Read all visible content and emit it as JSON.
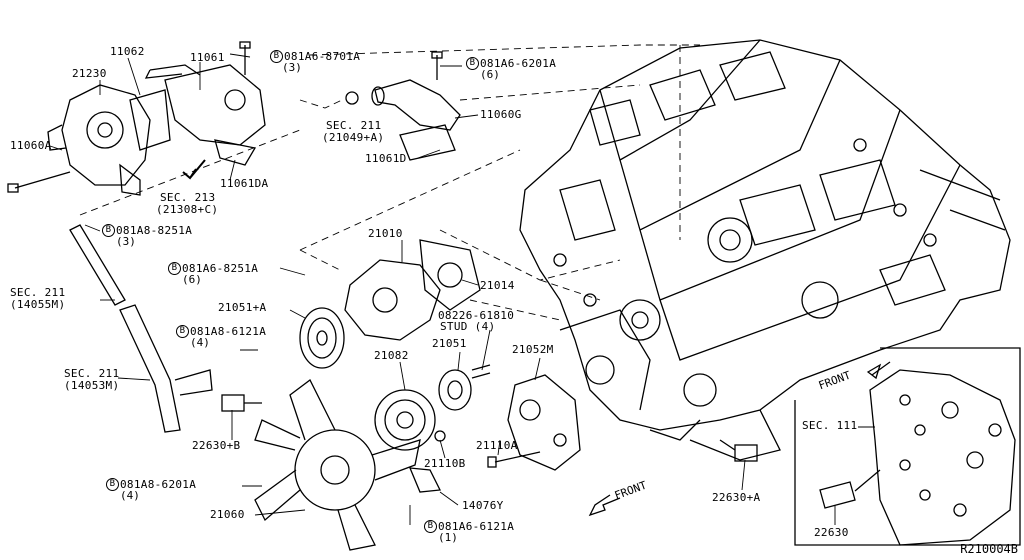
{
  "labels": {
    "p11062": "11062",
    "p11061": "11061",
    "p21230": "21230",
    "p11060a": "11060A",
    "p11061da": "11061DA",
    "p11060g": "11060G",
    "p11061d": "11061D",
    "p21010": "21010",
    "p21014": "21014",
    "p21051a": "21051+A",
    "p21082": "21082",
    "p21051": "21051",
    "p21052m": "21052M",
    "p21110a": "21110A",
    "p21110b": "21110B",
    "p14076y": "14076Y",
    "p21060": "21060",
    "p22630b": "22630+B",
    "p22630a": "22630+A",
    "p22630": "22630",
    "stud_code": "08226-61810",
    "stud_text": "STUD",
    "stud_qty": "(4)"
  },
  "bolts": {
    "b1": {
      "prefix": "B",
      "code": "081A6-8701A",
      "qty": "(3)"
    },
    "b2": {
      "prefix": "B",
      "code": "081A6-6201A",
      "qty": "(6)"
    },
    "b3": {
      "prefix": "B",
      "code": "081A8-8251A",
      "qty": "(3)"
    },
    "b4": {
      "prefix": "B",
      "code": "081A6-8251A",
      "qty": "(6)"
    },
    "b5": {
      "prefix": "B",
      "code": "081A8-6121A",
      "qty": "(4)"
    },
    "b6": {
      "prefix": "B",
      "code": "081A8-6201A",
      "qty": "(4)"
    },
    "b7": {
      "prefix": "B",
      "code": "081A6-6121A",
      "qty": "(1)"
    }
  },
  "sections": {
    "s211a": {
      "line1": "SEC. 211",
      "line2": "(21049+A)"
    },
    "s213": {
      "line1": "SEC. 213",
      "line2": "(21308+C)"
    },
    "s211b": {
      "line1": "SEC. 211",
      "line2": "(14055M)"
    },
    "s211c": {
      "line1": "SEC. 211",
      "line2": "(14053M)"
    },
    "s111": {
      "line1": "SEC. 111"
    }
  },
  "front_main": "FRONT",
  "front_inset": "FRONT",
  "reference": "R210004B"
}
